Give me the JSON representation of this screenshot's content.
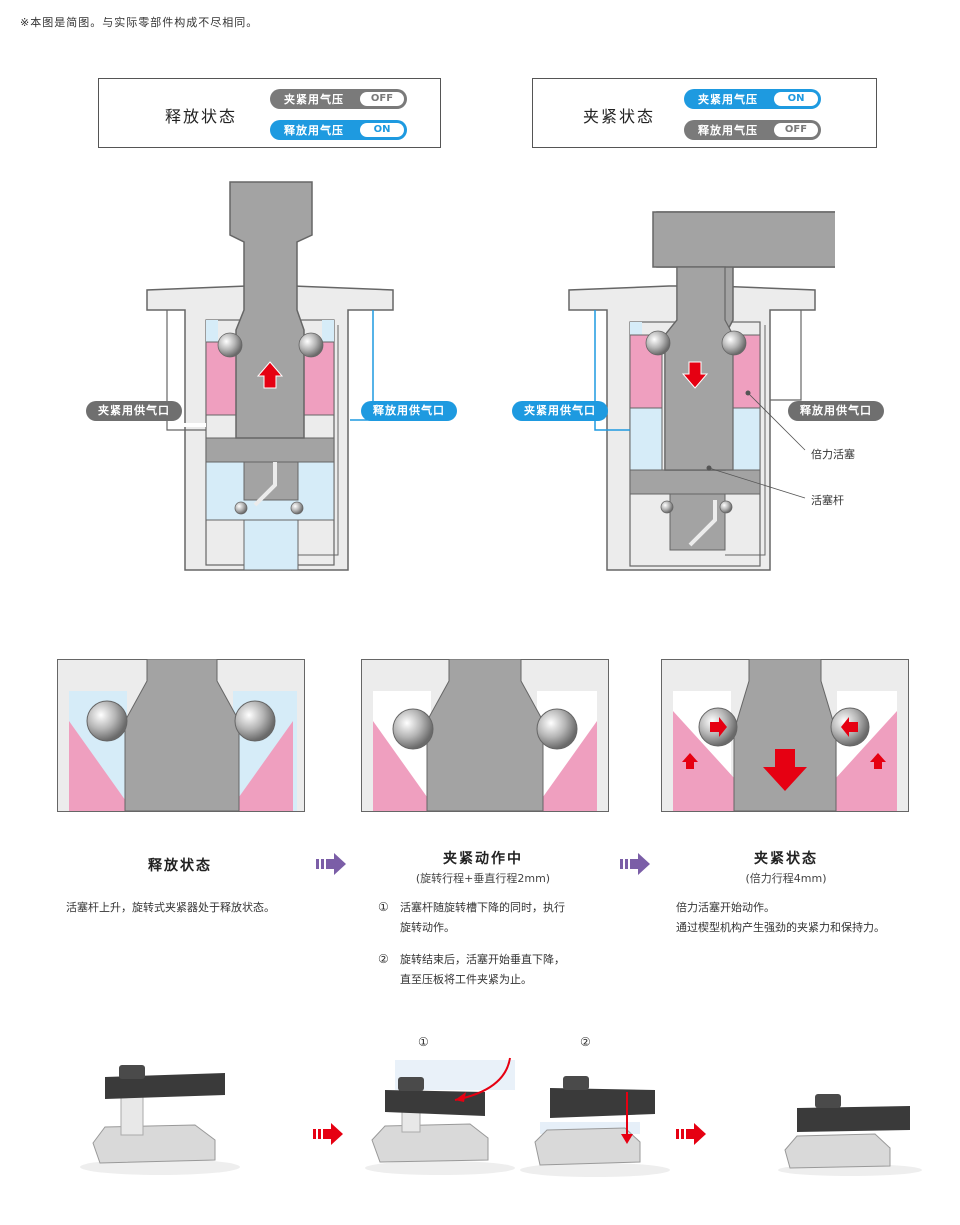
{
  "note": "※本图是简图。与实际零部件构成不尽相同。",
  "release_box": {
    "title": "释放状态",
    "pills": [
      {
        "label": "夹紧用气压",
        "state": "OFF"
      },
      {
        "label": "释放用气压",
        "state": "ON"
      }
    ]
  },
  "clamp_box": {
    "title": "夹紧状态",
    "pills": [
      {
        "label": "夹紧用气压",
        "state": "ON"
      },
      {
        "label": "释放用气压",
        "state": "OFF"
      }
    ]
  },
  "left_diagram": {
    "ports": {
      "clamp": "夹紧用供气口",
      "release": "释放用供气口"
    }
  },
  "right_diagram": {
    "ports": {
      "clamp": "夹紧用供气口",
      "release": "释放用供气口"
    },
    "labels": {
      "booster_piston": "倍力活塞",
      "piston_rod": "活塞杆"
    }
  },
  "stages": [
    {
      "title": "释放状态",
      "subtitle": "",
      "lines": [
        "活塞杆上升，旋转式夹紧器处于释放状态。"
      ]
    },
    {
      "title": "夹紧动作中",
      "subtitle": "(旋转行程+垂直行程2mm)",
      "items": [
        {
          "num": "①",
          "lines": [
            "活塞杆随旋转槽下降的同时，执行",
            "旋转动作。"
          ]
        },
        {
          "num": "②",
          "lines": [
            "旋转结束后，活塞开始垂直下降，",
            "直至压板将工件夹紧为止。"
          ]
        }
      ]
    },
    {
      "title": "夹紧状态",
      "subtitle": "(倍力行程4mm)",
      "lines": [
        "倍力活塞开始动作。",
        "通过楔型机构产生强劲的夹紧力和保持力。"
      ]
    }
  ],
  "photo_markers": [
    "①",
    "②"
  ],
  "colors": {
    "body": "#ececec",
    "outline": "#666666",
    "rod": "#a3a3a3",
    "pink": "#ef9fbf",
    "light_blue": "#d6ecf8",
    "blue": "#1e9ae0",
    "red_arrow": "#e60012",
    "purple_arrow": "#7b5ea7",
    "pill_gray": "#7a7a7a"
  }
}
